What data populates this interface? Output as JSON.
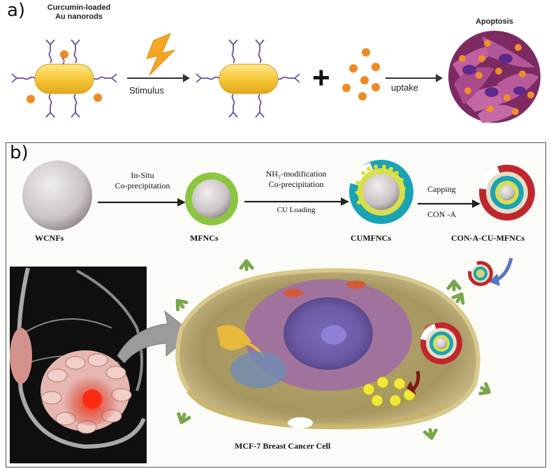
{
  "panel_a": {
    "letter": "a)",
    "nanorod_label_line1": "Curcumin-loaded",
    "nanorod_label_line2": "Au nanorods",
    "stimulus_label": "Stimulus",
    "uptake_label": "uptake",
    "apoptosis_label": "Apoptosis",
    "plus_sign": "+"
  },
  "panel_b": {
    "letter": "b)",
    "step1_line1": "In-Situ",
    "step1_line2": "Co-precipitation",
    "step2_line1": "NH₂-modification",
    "step2_line2": "Co-precipitation",
    "step2_line3": "CU Loading",
    "step3_line1": "Capping",
    "step3_line2": "CON -A",
    "particle1": "WCNFs",
    "particle2": "MFNCs",
    "particle3": "CUMFNCs",
    "particle4": "CON-A-CU-MFNCs",
    "cell_label": "MCF-7 Breast Cancer Cell"
  },
  "colors": {
    "gold_rod": "#f7c93a",
    "curcumin_dot": "#ef8a23",
    "linker": "#6b4f9b",
    "bolt": "#f5a623",
    "shell_green": "#8cc63f",
    "shell_teal": "#1aa3b5",
    "shell_red": "#c0272d",
    "cancer_pink": "#b24f8c"
  }
}
